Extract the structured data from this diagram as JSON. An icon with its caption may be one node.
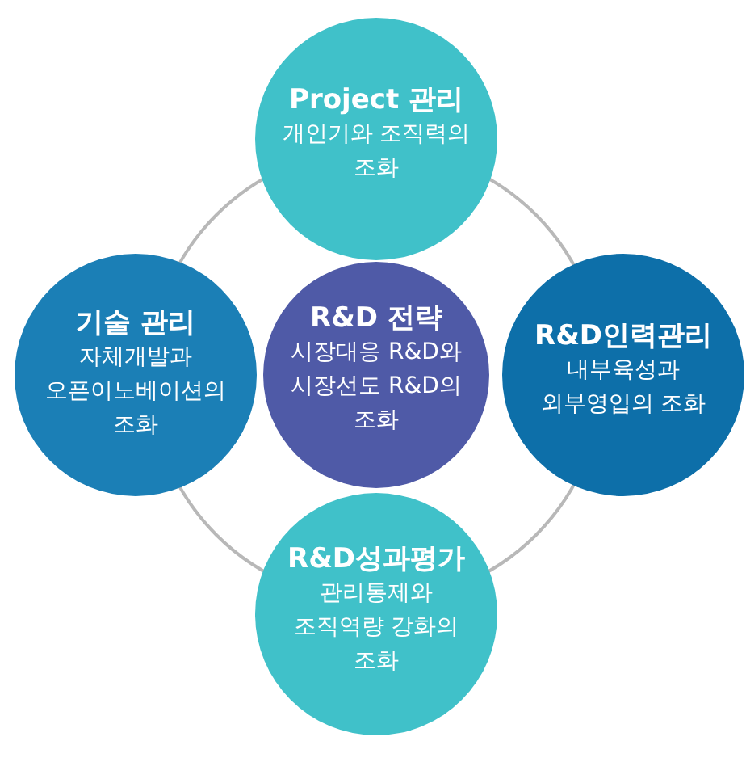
{
  "diagram": {
    "nodes": [
      {
        "text": [
          "Project 관리",
          "개인기와 조직력의 조화"
        ]
      },
      {
        "text": [
          "기술 관리",
          "자체개발과 오픈이노베이션의 조화"
        ]
      },
      {
        "text": [
          "R&D 전략",
          "시장대응 R&D와 시장선도 R&D의 조화"
        ]
      },
      {
        "text": [
          "R&D인력관리",
          "내부육성과 외부영입의 조화"
        ]
      },
      {
        "text": [
          "R&D성과평가",
          "관리통제와 조직역량 강화의 조화"
        ]
      }
    ]
  }
}
